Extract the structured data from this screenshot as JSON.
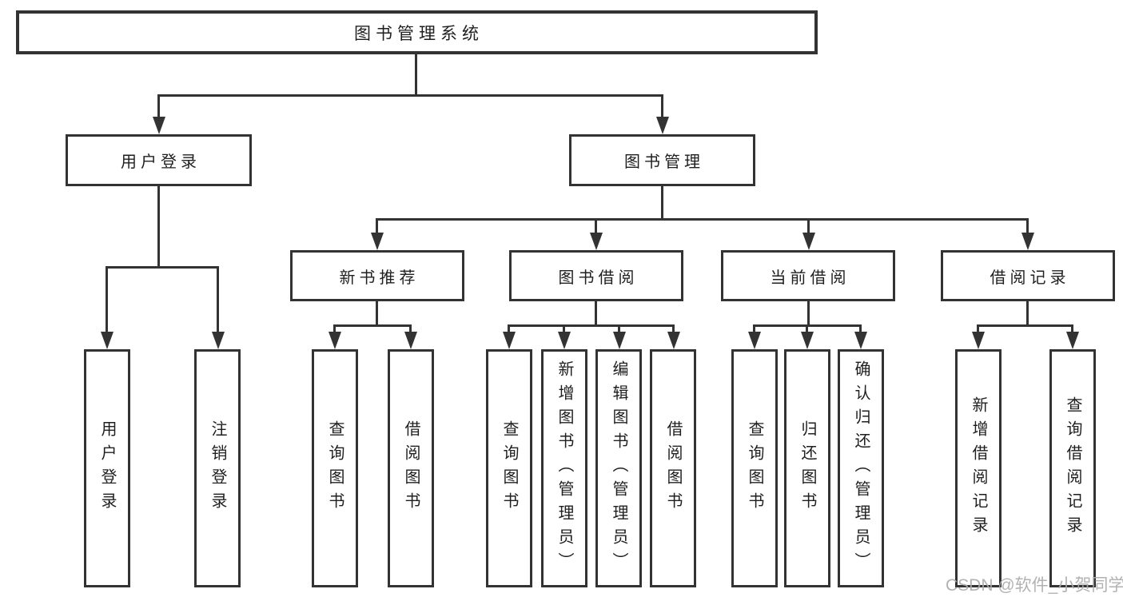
{
  "diagram_title": "图书管理系统",
  "nodes": {
    "root": {
      "label": "图书管理系统"
    },
    "user_login": {
      "label": "用户登录"
    },
    "book_mgmt": {
      "label": "图书管理"
    },
    "new_book_rec": {
      "label": "新书推荐"
    },
    "book_borrow": {
      "label": "图书借阅"
    },
    "current_borrow": {
      "label": "当前借阅"
    },
    "borrow_records": {
      "label": "借阅记录"
    },
    "leaf_user_login": {
      "label": "用户登录"
    },
    "leaf_logout": {
      "label": "注销登录"
    },
    "leaf_rec_query": {
      "label": "查询图书"
    },
    "leaf_rec_borrow": {
      "label": "借阅图书"
    },
    "leaf_bb_query": {
      "label": "查询图书"
    },
    "leaf_bb_add": {
      "label": "新增图书（管理员）"
    },
    "leaf_bb_edit": {
      "label": "编辑图书（管理员）"
    },
    "leaf_bb_borrow": {
      "label": "借阅图书"
    },
    "leaf_cb_query": {
      "label": "查询图书"
    },
    "leaf_cb_return": {
      "label": "归还图书"
    },
    "leaf_cb_confirm": {
      "label": "确认归还（管理员）"
    },
    "leaf_br_add": {
      "label": "新增借阅记录"
    },
    "leaf_br_query": {
      "label": "查询借阅记录"
    }
  },
  "hierarchy": {
    "图书管理系统": [
      "用户登录",
      "图书管理"
    ],
    "用户登录": [
      "用户登录",
      "注销登录"
    ],
    "图书管理": [
      "新书推荐",
      "图书借阅",
      "当前借阅",
      "借阅记录"
    ],
    "新书推荐": [
      "查询图书",
      "借阅图书"
    ],
    "图书借阅": [
      "查询图书",
      "新增图书（管理员）",
      "编辑图书（管理员）",
      "借阅图书"
    ],
    "当前借阅": [
      "查询图书",
      "归还图书",
      "确认归还（管理员）"
    ],
    "借阅记录": [
      "新增借阅记录",
      "查询借阅记录"
    ]
  },
  "watermark": {
    "text": "CSDN @软件_小贺同学",
    "color": "#ababab"
  },
  "colors": {
    "line": "#333333",
    "box_border": "#333333",
    "box_background": "#ffffff",
    "text": "#1f1f1f",
    "page_background": "#ffffff"
  }
}
